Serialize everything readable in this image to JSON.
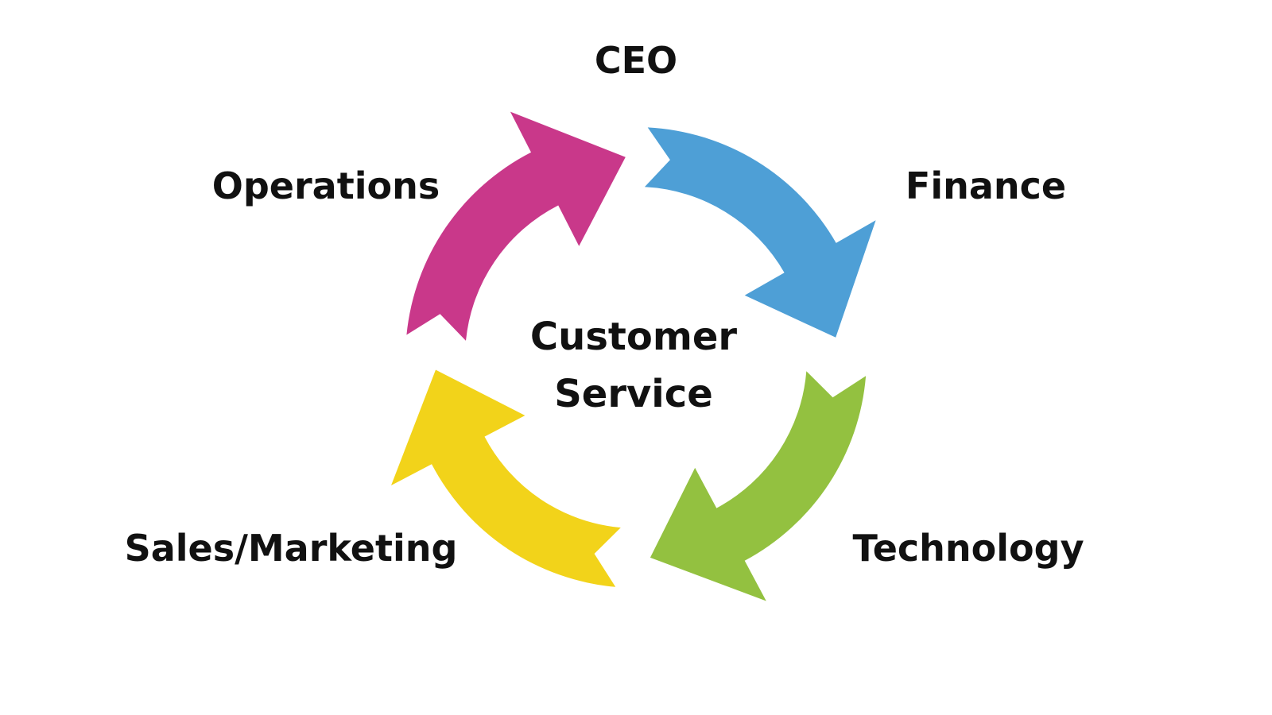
{
  "diagram": {
    "center": {
      "line1": "Customer",
      "line2": "Service"
    },
    "departments": [
      {
        "name": "CEO"
      },
      {
        "name": "Finance"
      },
      {
        "name": "Technology"
      },
      {
        "name": "Sales/Marketing"
      },
      {
        "name": "Operations"
      }
    ],
    "arrows": [
      {
        "color": "#4e9fd6",
        "icon": "arrow-blue-icon"
      },
      {
        "color": "#93c140",
        "icon": "arrow-green-icon"
      },
      {
        "color": "#f2d31a",
        "icon": "arrow-yellow-icon"
      },
      {
        "color": "#c9388a",
        "icon": "arrow-pink-icon"
      }
    ]
  }
}
